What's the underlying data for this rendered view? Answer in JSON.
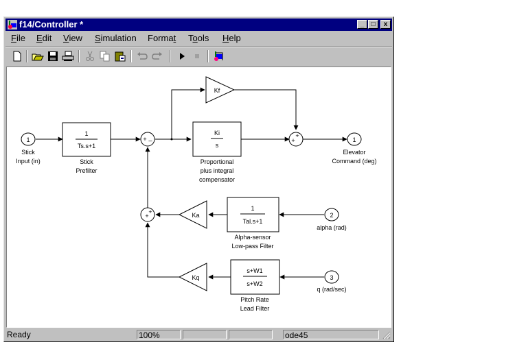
{
  "window": {
    "title": "f14/Controller *",
    "buttons": {
      "minimize": "_",
      "maximize": "□",
      "close": "x"
    }
  },
  "menu": [
    {
      "label": "File",
      "mnemonic": "F",
      "rest": "ile"
    },
    {
      "label": "Edit",
      "mnemonic": "E",
      "rest": "dit"
    },
    {
      "label": "View",
      "mnemonic": "V",
      "rest": "iew"
    },
    {
      "label": "Simulation",
      "mnemonic": "S",
      "rest": "imulation"
    },
    {
      "label": "Format",
      "pre": "Forma",
      "mnemonic": "t"
    },
    {
      "label": "Tools",
      "pre": "T",
      "mnemonic": "o",
      "rest": "ols"
    },
    {
      "label": "Help",
      "mnemonic": "H",
      "rest": "elp"
    }
  ],
  "toolbar": [
    "new-icon",
    "open-icon",
    "save-icon",
    "print-icon",
    "cut-icon",
    "copy-icon",
    "paste-icon",
    "undo-icon",
    "redo-icon",
    "start-simulation-icon",
    "stop-simulation-icon",
    "library-browser-icon"
  ],
  "diagram": {
    "inport1": {
      "num": "1",
      "label1": "Stick",
      "label2": "Input (in)"
    },
    "prefilter": {
      "num": "1",
      "den": "Ts.s+1",
      "label1": "Stick",
      "label2": "Prefilter"
    },
    "sum1": {
      "signs1": "+",
      "signs2": "_"
    },
    "kf": {
      "label": "Kf"
    },
    "pi": {
      "num": "Ki",
      "den": "s",
      "label1": "Proportional",
      "label2": "plus integral",
      "label3": "compensator"
    },
    "sum2": {
      "signs1": "+",
      "signs2": "+"
    },
    "outport1": {
      "num": "1",
      "label1": "Elevator",
      "label2": "Command (deg)"
    },
    "sum3": {
      "signs1": "+",
      "signs2": "+"
    },
    "ka": {
      "label": "Ka"
    },
    "alphafilter": {
      "num": "1",
      "den": "Tal.s+1",
      "label1": "Alpha-sensor",
      "label2": "Low-pass Filter"
    },
    "inport2": {
      "num": "2",
      "label": "alpha (rad)"
    },
    "kq": {
      "label": "Kq"
    },
    "leadfilter": {
      "num": "s+W1",
      "den": "s+W2",
      "label1": "Pitch Rate",
      "label2": "Lead Filter"
    },
    "inport3": {
      "num": "3",
      "label": "q (rad/sec)"
    }
  },
  "status": {
    "text": "Ready",
    "zoom": "100%",
    "field2": "",
    "field3": "",
    "solver": "ode45"
  },
  "colors": {
    "titlebar": "#000080",
    "chrome": "#c0c0c0",
    "canvas": "#ffffff"
  }
}
